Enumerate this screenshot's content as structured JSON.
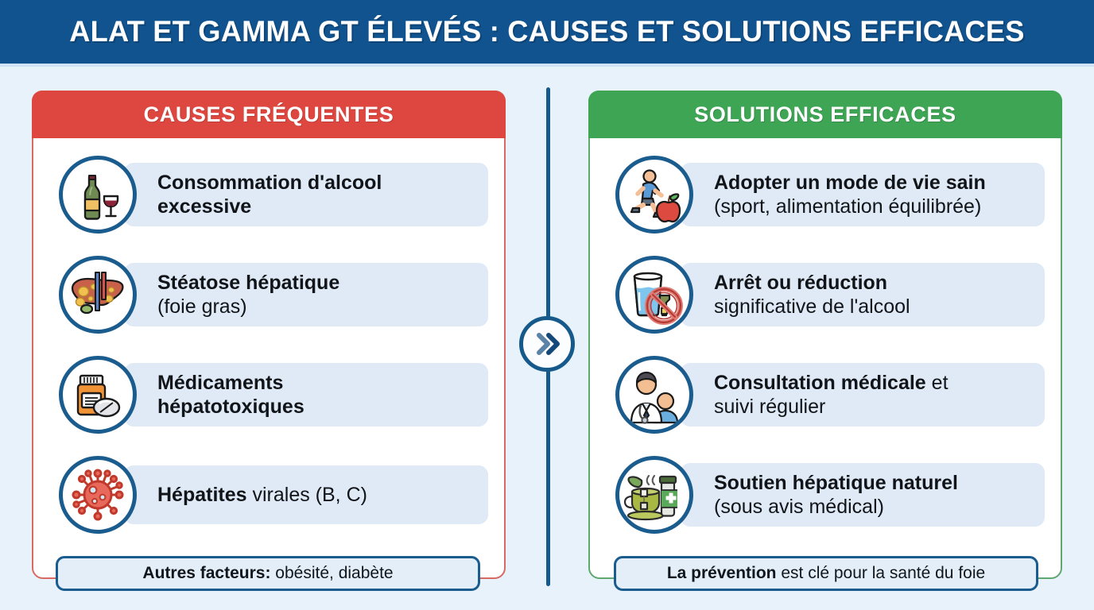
{
  "header": {
    "title": "ALAT ET GAMMA GT ÉLEVÉS : CAUSES ET SOLUTIONS EFFICACES",
    "background_color": "#10538f",
    "text_color": "#ffffff"
  },
  "theme": {
    "page_background": "#e8f2fb",
    "causes_accent": "#de4740",
    "solutions_accent": "#3da554",
    "badge_border": "#1a5c8e",
    "row_background": "#dfeaf6",
    "divider_color": "#155a8a"
  },
  "left_panel": {
    "heading": "CAUSES FRÉQUENTES",
    "accent_color": "#de4740",
    "items": [
      {
        "icon": "wine-bottle-glass-icon",
        "line1_bold": "Consommation d'alcool",
        "line1_regular": "",
        "line2": "excessive",
        "line2_bold": true
      },
      {
        "icon": "liver-fatty-icon",
        "line1_bold": "Stéatose hépatique",
        "line1_regular": "",
        "line2": "(foie gras)",
        "line2_bold": false
      },
      {
        "icon": "medicine-bottle-pill-icon",
        "line1_bold": "Médicaments",
        "line1_regular": "",
        "line2": "hépatotoxiques",
        "line2_bold": true
      },
      {
        "icon": "virus-icon",
        "line1_bold": "Hépatites",
        "line1_regular": " virales (B, C)",
        "line2": "",
        "line2_bold": false
      }
    ],
    "footer_bold": "Autres facteurs:",
    "footer_regular": " obésité, diabète"
  },
  "right_panel": {
    "heading": "SOLUTIONS EFFICACES",
    "accent_color": "#3da554",
    "items": [
      {
        "icon": "runner-apple-icon",
        "line1_bold": "Adopter un mode de vie sain",
        "line1_regular": "",
        "line2": "(sport, alimentation équilibrée)",
        "line2_bold": false
      },
      {
        "icon": "water-glass-no-alcohol-icon",
        "line1_bold": "Arrêt ou réduction",
        "line1_regular": "",
        "line2": "significative de l'alcool",
        "line2_bold": false
      },
      {
        "icon": "doctor-patient-icon",
        "line1_bold": "Consultation médicale",
        "line1_regular": " et",
        "line2": "suivi régulier",
        "line2_bold": false
      },
      {
        "icon": "herbal-tea-supplement-icon",
        "line1_bold": "Soutien hépatique naturel",
        "line1_regular": "",
        "line2": "(sous avis médical)",
        "line2_bold": false
      }
    ],
    "footer_bold": "La prévention",
    "footer_regular": " est clé pour la santé du foie"
  },
  "divider": {
    "icon": "double-chevron-right-icon"
  }
}
